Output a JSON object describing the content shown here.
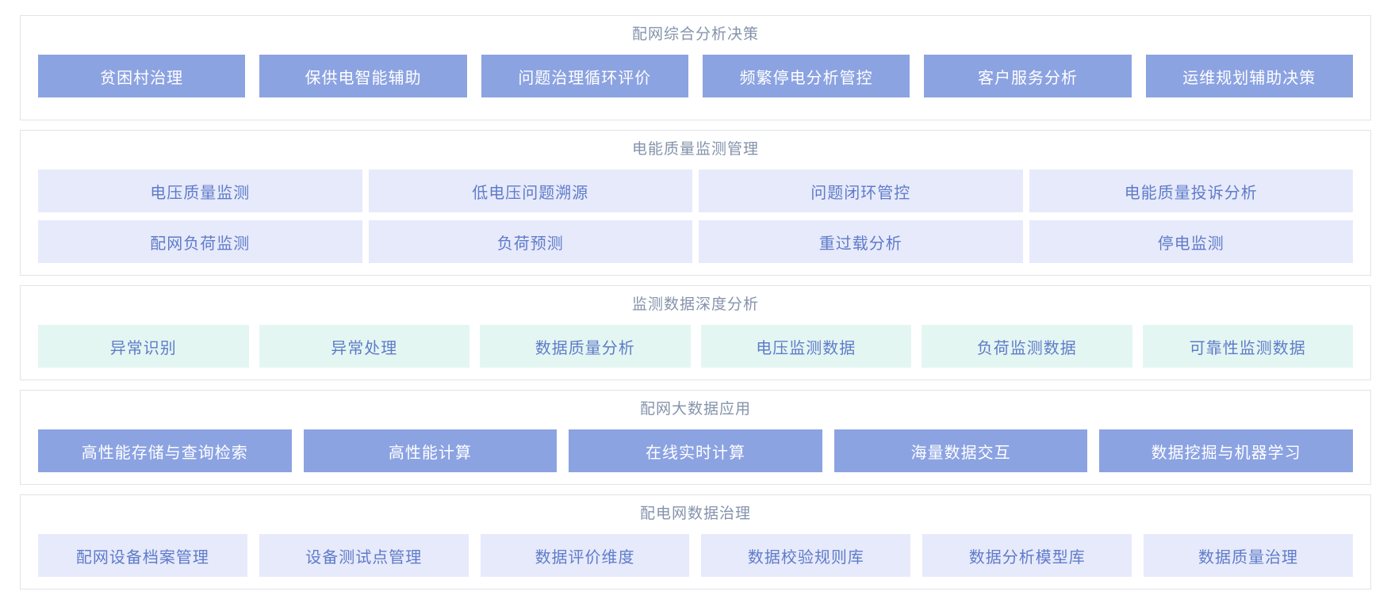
{
  "colors": {
    "tile_blue_bg": "#8ca3e2",
    "tile_blue_text": "#ffffff",
    "tile_lavender_bg": "#e7eafb",
    "tile_teal_bg": "#e4f6f2",
    "tile_light_text": "#5f7cc9",
    "section_title_text": "#8593ab",
    "panel_border": "#e2e3e8",
    "page_background": "#ffffff"
  },
  "sections": [
    {
      "id": "comprehensive-analysis-decision",
      "title": "配网综合分析决策",
      "variant": "blue",
      "rows": [
        [
          "贫困村治理",
          "保供电智能辅助",
          "问题治理循环评价",
          "频繁停电分析管控",
          "客户服务分析",
          "运维规划辅助决策"
        ]
      ]
    },
    {
      "id": "power-quality-monitoring",
      "title": "电能质量监测管理",
      "variant": "lavender",
      "rows": [
        [
          "电压质量监测",
          "低电压问题溯源",
          "问题闭环管控",
          "电能质量投诉分析"
        ],
        [
          "配网负荷监测",
          "负荷预测",
          "重过载分析",
          "停电监测"
        ]
      ]
    },
    {
      "id": "monitoring-data-deep-analysis",
      "title": "监测数据深度分析",
      "variant": "teal",
      "rows": [
        [
          "异常识别",
          "异常处理",
          "数据质量分析",
          "电压监测数据",
          "负荷监测数据",
          "可靠性监测数据"
        ]
      ]
    },
    {
      "id": "big-data-application",
      "title": "配网大数据应用",
      "variant": "blue",
      "rows": [
        [
          "高性能存储与查询检索",
          "高性能计算",
          "在线实时计算",
          "海量数据交互",
          "数据挖掘与机器学习"
        ]
      ]
    },
    {
      "id": "data-governance",
      "title": "配电网数据治理",
      "variant": "lavender",
      "rows": [
        [
          "配网设备档案管理",
          "设备测试点管理",
          "数据评价维度",
          "数据校验规则库",
          "数据分析模型库",
          "数据质量治理"
        ]
      ]
    }
  ]
}
